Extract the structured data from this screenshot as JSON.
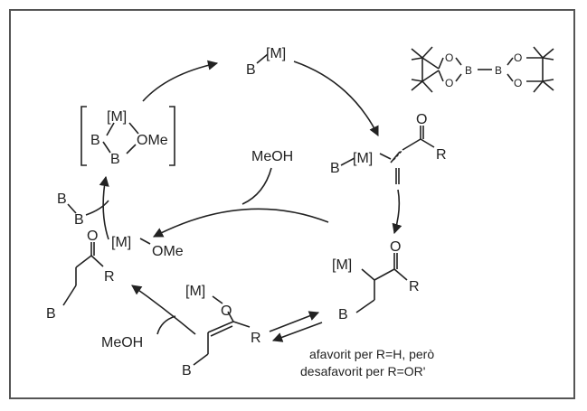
{
  "labels": {
    "metal": "[M]",
    "boron": "B",
    "oxygen": "O",
    "methoxy": "OMe",
    "r_group": "R",
    "methanol": "MeOH"
  },
  "caption": {
    "line1": "afavorit per R=H, però",
    "line2": "desafavorit per R=OR'"
  }
}
